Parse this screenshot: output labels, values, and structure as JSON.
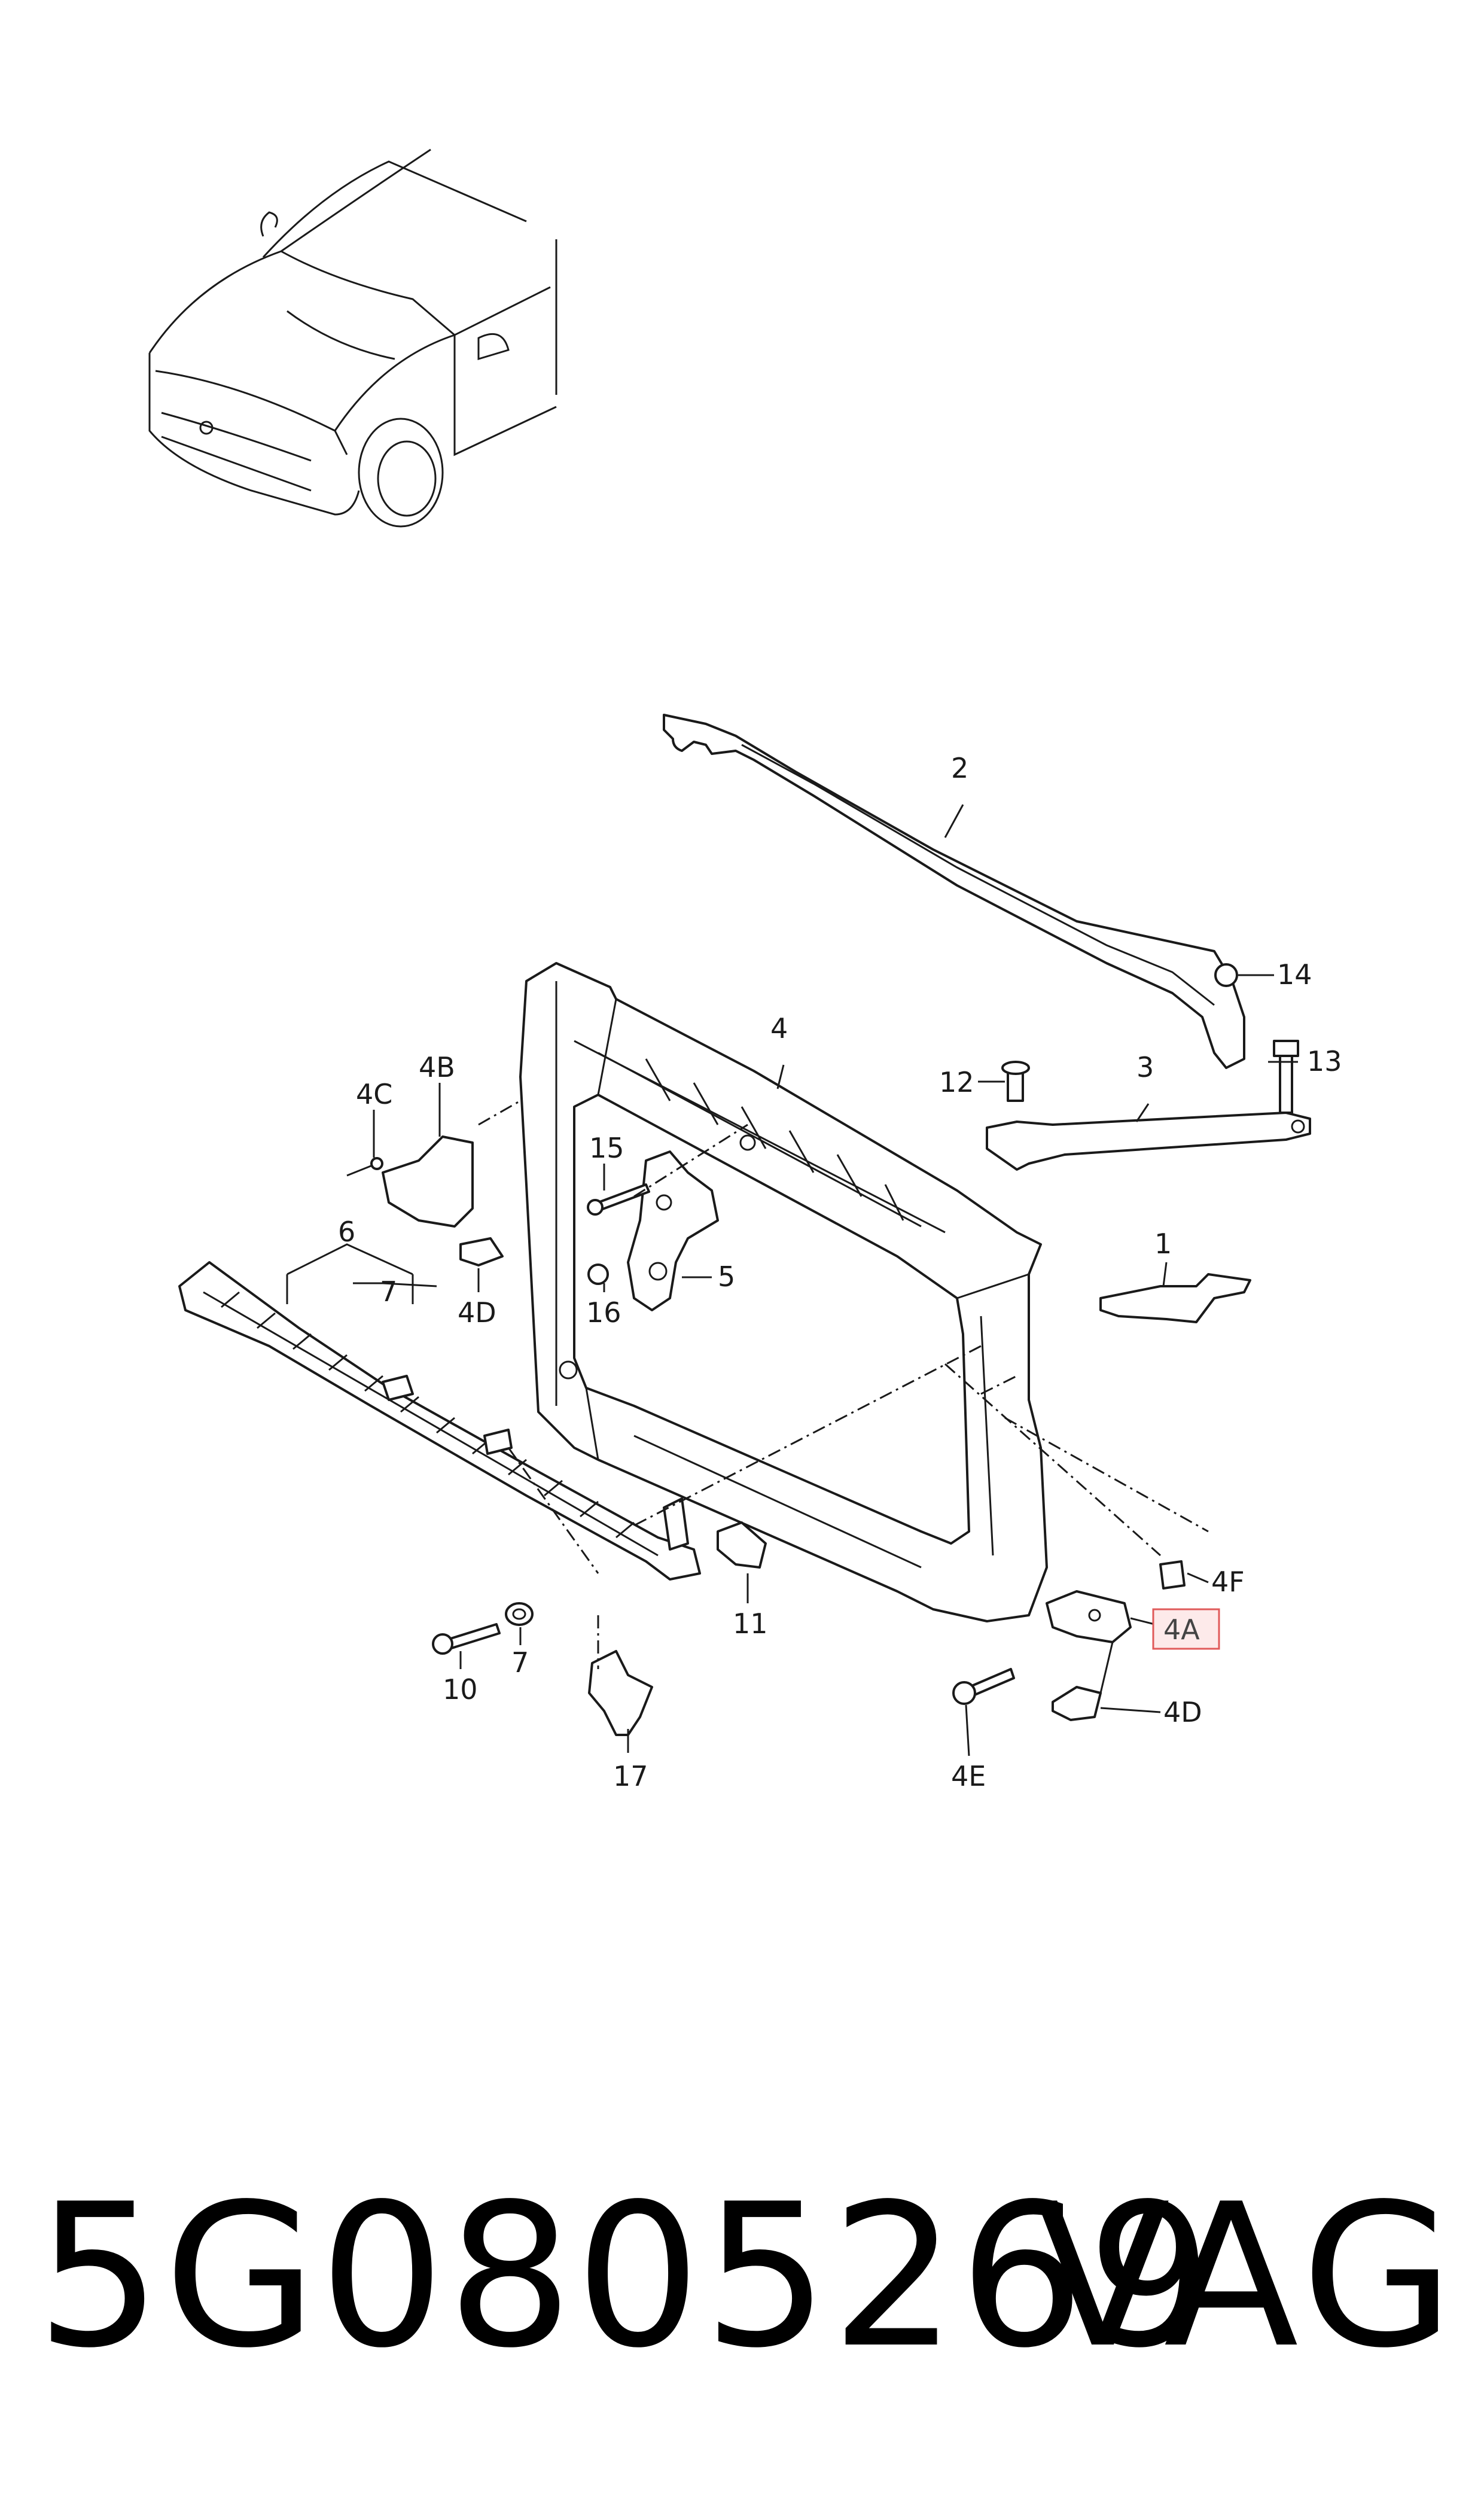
{
  "callouts": {
    "c1": "1",
    "c2": "2",
    "c3": "3",
    "c4": "4",
    "c4A": "4A",
    "c4B": "4B",
    "c4C": "4C",
    "c4D_left": "4D",
    "c4D_right": "4D",
    "c4E": "4E",
    "c4F": "4F",
    "c5": "5",
    "c6": "6",
    "c7_top": "7",
    "c7_bottom": "7",
    "c10": "10",
    "c11": "11",
    "c12": "12",
    "c13": "13",
    "c14": "14",
    "c15": "15",
    "c16": "16",
    "c17": "17"
  },
  "highlight": {
    "callout": "4A",
    "fill": "#fdeaea",
    "stroke": "#e05a5a"
  },
  "footer": {
    "part_number": "5G0805269",
    "brand": "VAG"
  }
}
